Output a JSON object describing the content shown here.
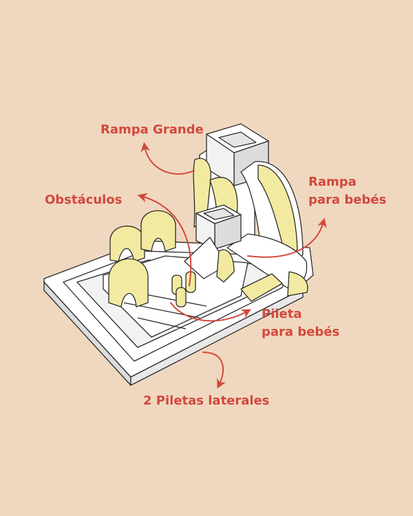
{
  "labels": {
    "rampa_grande": "Rampa Grande",
    "obstaculos": "Obstáculos",
    "rampa_bebes_line1": "Rampa",
    "rampa_bebes_line2": "para bebés",
    "pileta_bebes_line1": "Pileta",
    "pileta_bebes_line2": "para bebés",
    "piletas_laterales": "2 Piletas laterales"
  },
  "colors": {
    "background": "#f0d8c0",
    "annotation": "#d2483b",
    "structure_white": "#ffffff",
    "structure_shade": "#dcdcdc",
    "cushion_yellow": "#f2eaa0",
    "outline": "#2a2a2a"
  }
}
